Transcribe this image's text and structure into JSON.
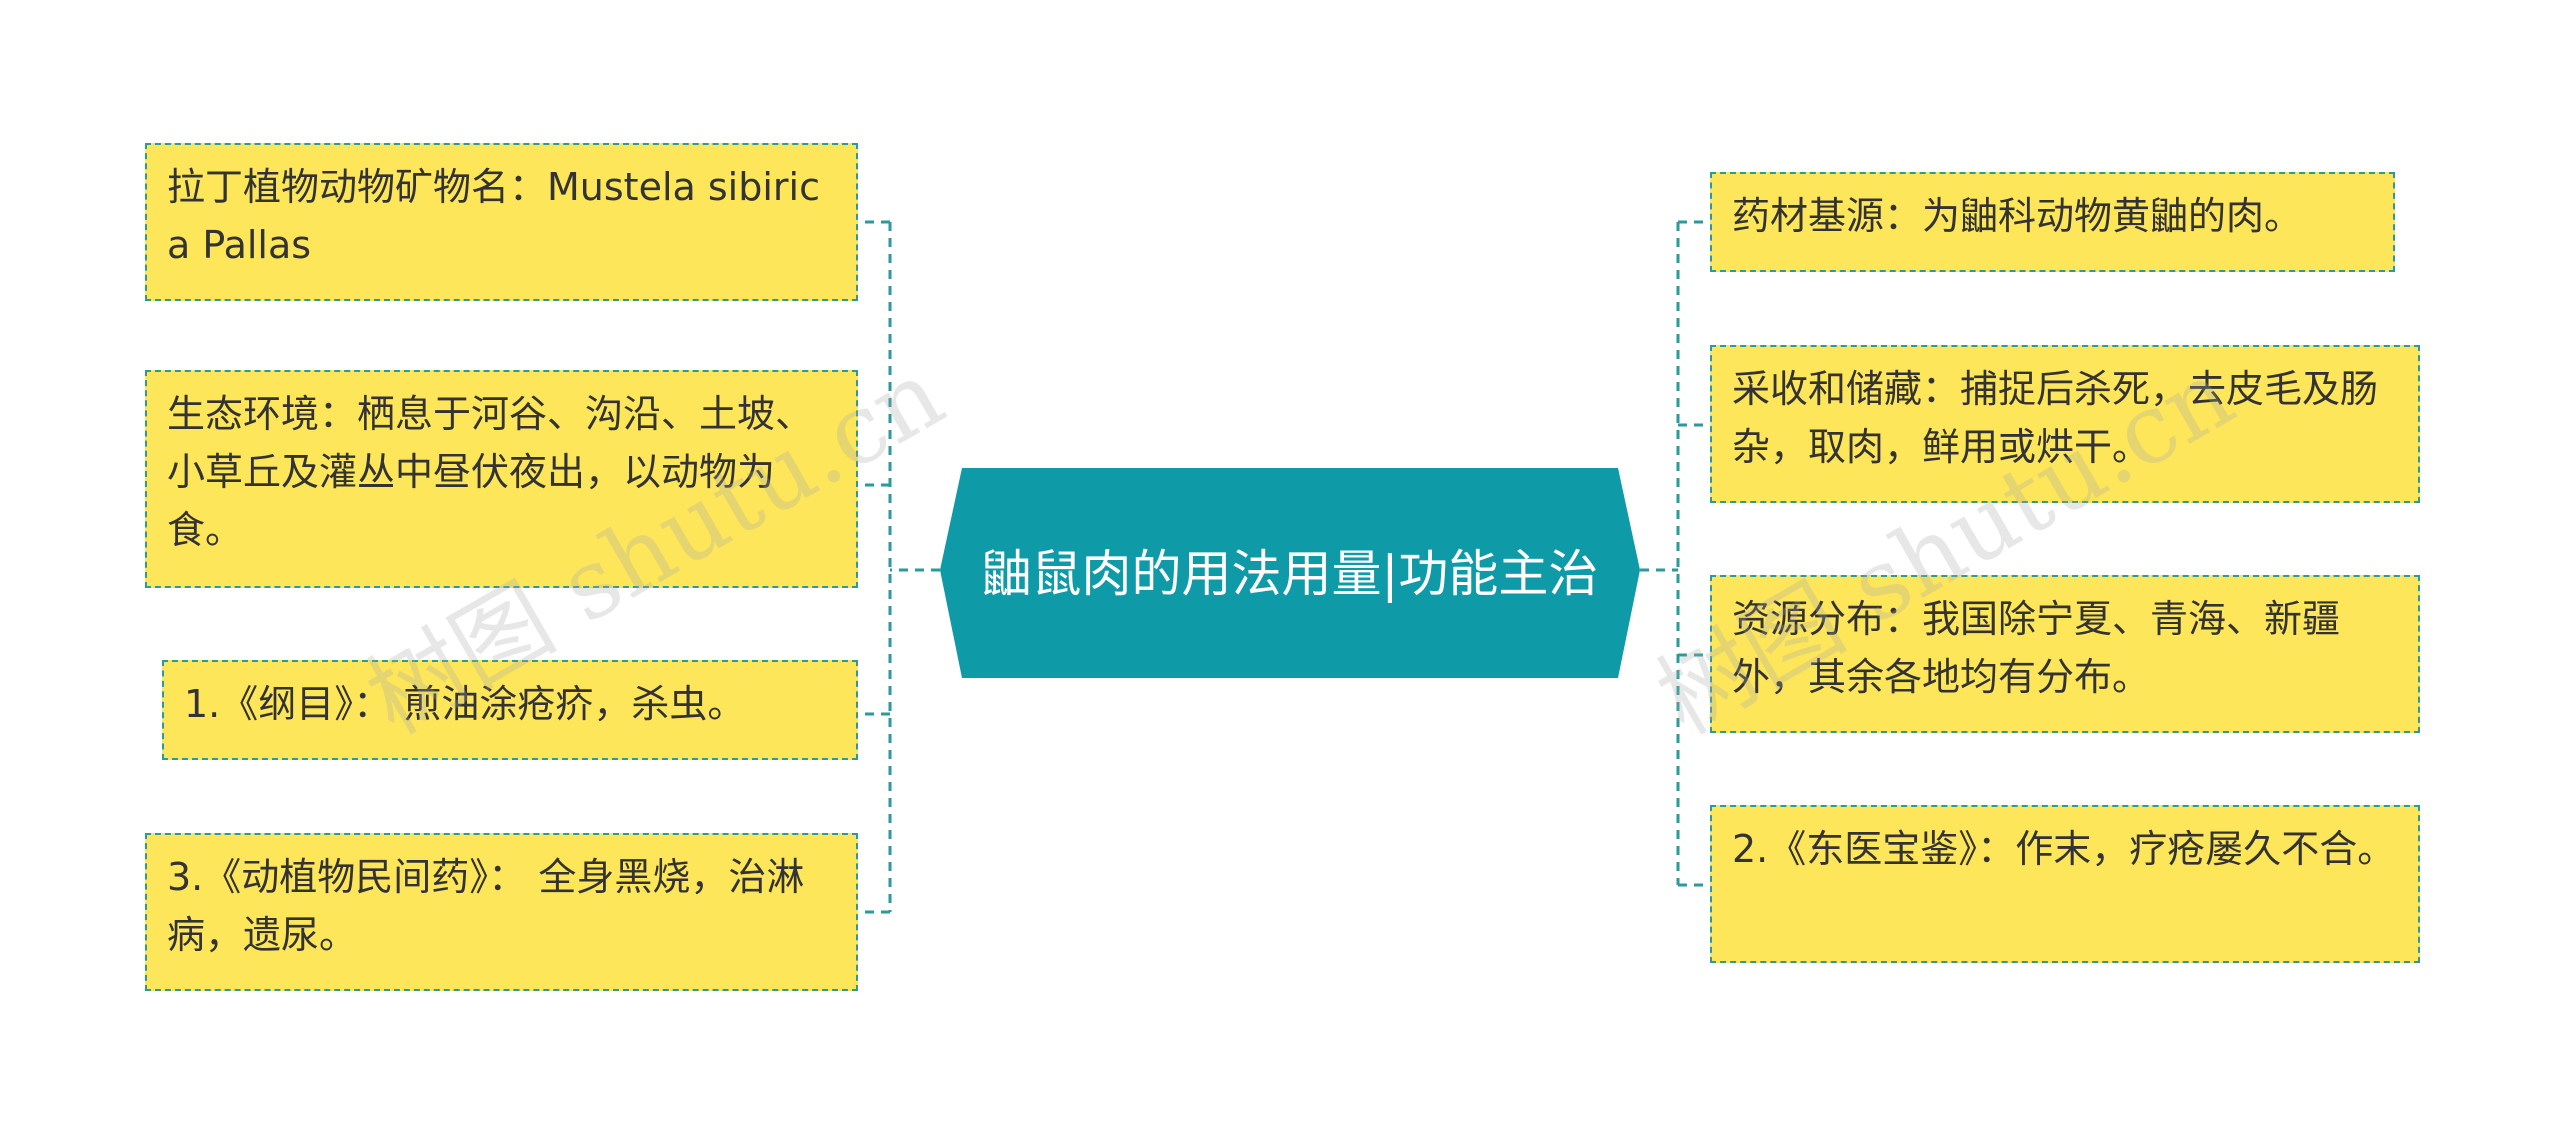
{
  "center": {
    "title": "鼬鼠肉的用法用量|功能主治",
    "fill": "#0e9aa7",
    "text_color": "#ffffff"
  },
  "colors": {
    "node_fill": "#fde65a",
    "node_border": "#2a9a9c",
    "connector": "#2a9a9c",
    "node_text": "#333333"
  },
  "left_nodes": [
    {
      "text": "拉丁植物动物矿物名：Mustela sibirica Pallas"
    },
    {
      "text": "生态环境：栖息于河谷、沟沿、土坡、小草丘及灌丛中昼伏夜出，以动物为食。"
    },
    {
      "text": "1.《纲目》： 煎油涂疮疥，杀虫。"
    },
    {
      "text": "3.《动植物民间药》： 全身黑烧，治淋病，遗尿。"
    }
  ],
  "right_nodes": [
    {
      "text": "药材基源：为鼬科动物黄鼬的肉。"
    },
    {
      "text": "采收和储藏：捕捉后杀死，去皮毛及肠杂，取肉，鲜用或烘干。"
    },
    {
      "text": "资源分布：我国除宁夏、青海、新疆外，其余各地均有分布。"
    },
    {
      "text": "2.《东医宝鉴》：作末，疗疮屡久不合。"
    }
  ],
  "watermark": "树图 shutu.cn"
}
